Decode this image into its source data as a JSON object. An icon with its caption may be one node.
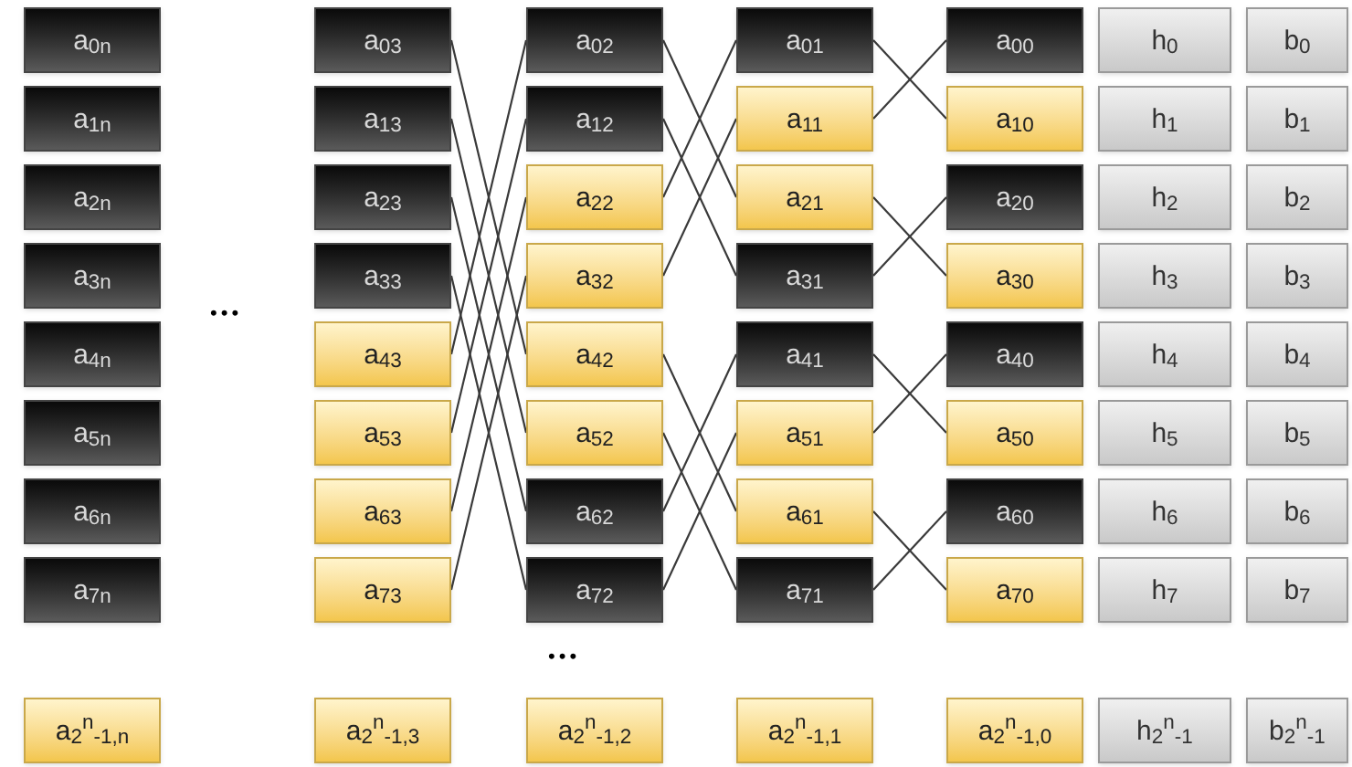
{
  "diagram": {
    "nodes": [
      {
        "text": [
          "a$_{0n}$"
        ]
      },
      {
        "text": [
          "a$_{1n}$"
        ]
      },
      {
        "text": [
          "a$_{2n}$"
        ]
      },
      {
        "text": [
          "a$_{3n}$"
        ]
      },
      {
        "text": [
          "a$_{4n}$"
        ]
      },
      {
        "text": [
          "a$_{5n}$"
        ]
      },
      {
        "text": [
          "a$_{6n}$"
        ]
      },
      {
        "text": [
          "a$_{7n}$"
        ]
      },
      {
        "text": [
          "a$_{2}$$^{n}$$_{-1,n}$"
        ]
      },
      {
        "text": [
          "a$_{03}$"
        ]
      },
      {
        "text": [
          "a$_{13}$"
        ]
      },
      {
        "text": [
          "a$_{23}$"
        ]
      },
      {
        "text": [
          "a$_{33}$"
        ]
      },
      {
        "text": [
          "a$_{43}$"
        ]
      },
      {
        "text": [
          "a$_{53}$"
        ]
      },
      {
        "text": [
          "a$_{63}$"
        ]
      },
      {
        "text": [
          "a$_{73}$"
        ]
      },
      {
        "text": [
          "a$_{2}$$^{n}$$_{-1,3}$"
        ]
      },
      {
        "text": [
          "a$_{02}$"
        ]
      },
      {
        "text": [
          "a$_{12}$"
        ]
      },
      {
        "text": [
          "a$_{22}$"
        ]
      },
      {
        "text": [
          "a$_{32}$"
        ]
      },
      {
        "text": [
          "a$_{42}$"
        ]
      },
      {
        "text": [
          "a$_{52}$"
        ]
      },
      {
        "text": [
          "a$_{62}$"
        ]
      },
      {
        "text": [
          "a$_{72}$"
        ]
      },
      {
        "text": [
          "a$_{2}$$^{n}$$_{-1,2}$"
        ]
      },
      {
        "text": [
          "a$_{01}$"
        ]
      },
      {
        "text": [
          "a$_{11}$"
        ]
      },
      {
        "text": [
          "a$_{21}$"
        ]
      },
      {
        "text": [
          "a$_{31}$"
        ]
      },
      {
        "text": [
          "a$_{41}$"
        ]
      },
      {
        "text": [
          "a$_{51}$"
        ]
      },
      {
        "text": [
          "a$_{61}$"
        ]
      },
      {
        "text": [
          "a$_{71}$"
        ]
      },
      {
        "text": [
          "a$_{2}$$^{n}$$_{-1,1}$"
        ]
      },
      {
        "text": [
          "a$_{00}$"
        ]
      },
      {
        "text": [
          "a$_{10}$"
        ]
      },
      {
        "text": [
          "a$_{20}$"
        ]
      },
      {
        "text": [
          "a$_{30}$"
        ]
      },
      {
        "text": [
          "a$_{40}$"
        ]
      },
      {
        "text": [
          "a$_{50}$"
        ]
      },
      {
        "text": [
          "a$_{60}$"
        ]
      },
      {
        "text": [
          "a$_{70}$"
        ]
      },
      {
        "text": [
          "a$_{2}$$^{n}$$_{-1,0}$"
        ]
      },
      {
        "text": [
          "h$_{0}$"
        ]
      },
      {
        "text": [
          "h$_{1}$"
        ]
      },
      {
        "text": [
          "h$_{2}$"
        ]
      },
      {
        "text": [
          "h$_{3}$"
        ]
      },
      {
        "text": [
          "h$_{4}$"
        ]
      },
      {
        "text": [
          "h$_{5}$"
        ]
      },
      {
        "text": [
          "h$_{6}$"
        ]
      },
      {
        "text": [
          "h$_{7}$"
        ]
      },
      {
        "text": [
          "h$_{2}$$^{n}$$_{-1}$"
        ]
      },
      {
        "text": [
          "b$_{0}$"
        ]
      },
      {
        "text": [
          "b$_{1}$"
        ]
      },
      {
        "text": [
          "b$_{2}$"
        ]
      },
      {
        "text": [
          "b$_{3}$"
        ]
      },
      {
        "text": [
          "b$_{4}$"
        ]
      },
      {
        "text": [
          "b$_{5}$"
        ]
      },
      {
        "text": [
          "b$_{6}$"
        ]
      },
      {
        "text": [
          "b$_{7}$"
        ]
      },
      {
        "text": [
          "b$_{2}$$^{n}$$_{-1}$"
        ]
      }
    ],
    "edges": [
      {
        "from": 9,
        "to": 22,
        "arrow": "none"
      },
      {
        "from": 10,
        "to": 23,
        "arrow": "none"
      },
      {
        "from": 11,
        "to": 24,
        "arrow": "none"
      },
      {
        "from": 12,
        "to": 25,
        "arrow": "none"
      },
      {
        "from": 13,
        "to": 18,
        "arrow": "none"
      },
      {
        "from": 14,
        "to": 19,
        "arrow": "none"
      },
      {
        "from": 15,
        "to": 20,
        "arrow": "none"
      },
      {
        "from": 16,
        "to": 21,
        "arrow": "none"
      },
      {
        "from": 18,
        "to": 29,
        "arrow": "none"
      },
      {
        "from": 19,
        "to": 30,
        "arrow": "none"
      },
      {
        "from": 20,
        "to": 27,
        "arrow": "none"
      },
      {
        "from": 21,
        "to": 28,
        "arrow": "none"
      },
      {
        "from": 22,
        "to": 33,
        "arrow": "none"
      },
      {
        "from": 23,
        "to": 34,
        "arrow": "none"
      },
      {
        "from": 24,
        "to": 31,
        "arrow": "none"
      },
      {
        "from": 25,
        "to": 32,
        "arrow": "none"
      },
      {
        "from": 27,
        "to": 37,
        "arrow": "none"
      },
      {
        "from": 28,
        "to": 36,
        "arrow": "none"
      },
      {
        "from": 29,
        "to": 39,
        "arrow": "none"
      },
      {
        "from": 30,
        "to": 38,
        "arrow": "none"
      },
      {
        "from": 31,
        "to": 41,
        "arrow": "none"
      },
      {
        "from": 32,
        "to": 40,
        "arrow": "none"
      },
      {
        "from": 33,
        "to": 43,
        "arrow": "none"
      },
      {
        "from": 34,
        "to": 42,
        "arrow": "none"
      }
    ],
    "labels": [
      "•••",
      "•••"
    ]
  }
}
